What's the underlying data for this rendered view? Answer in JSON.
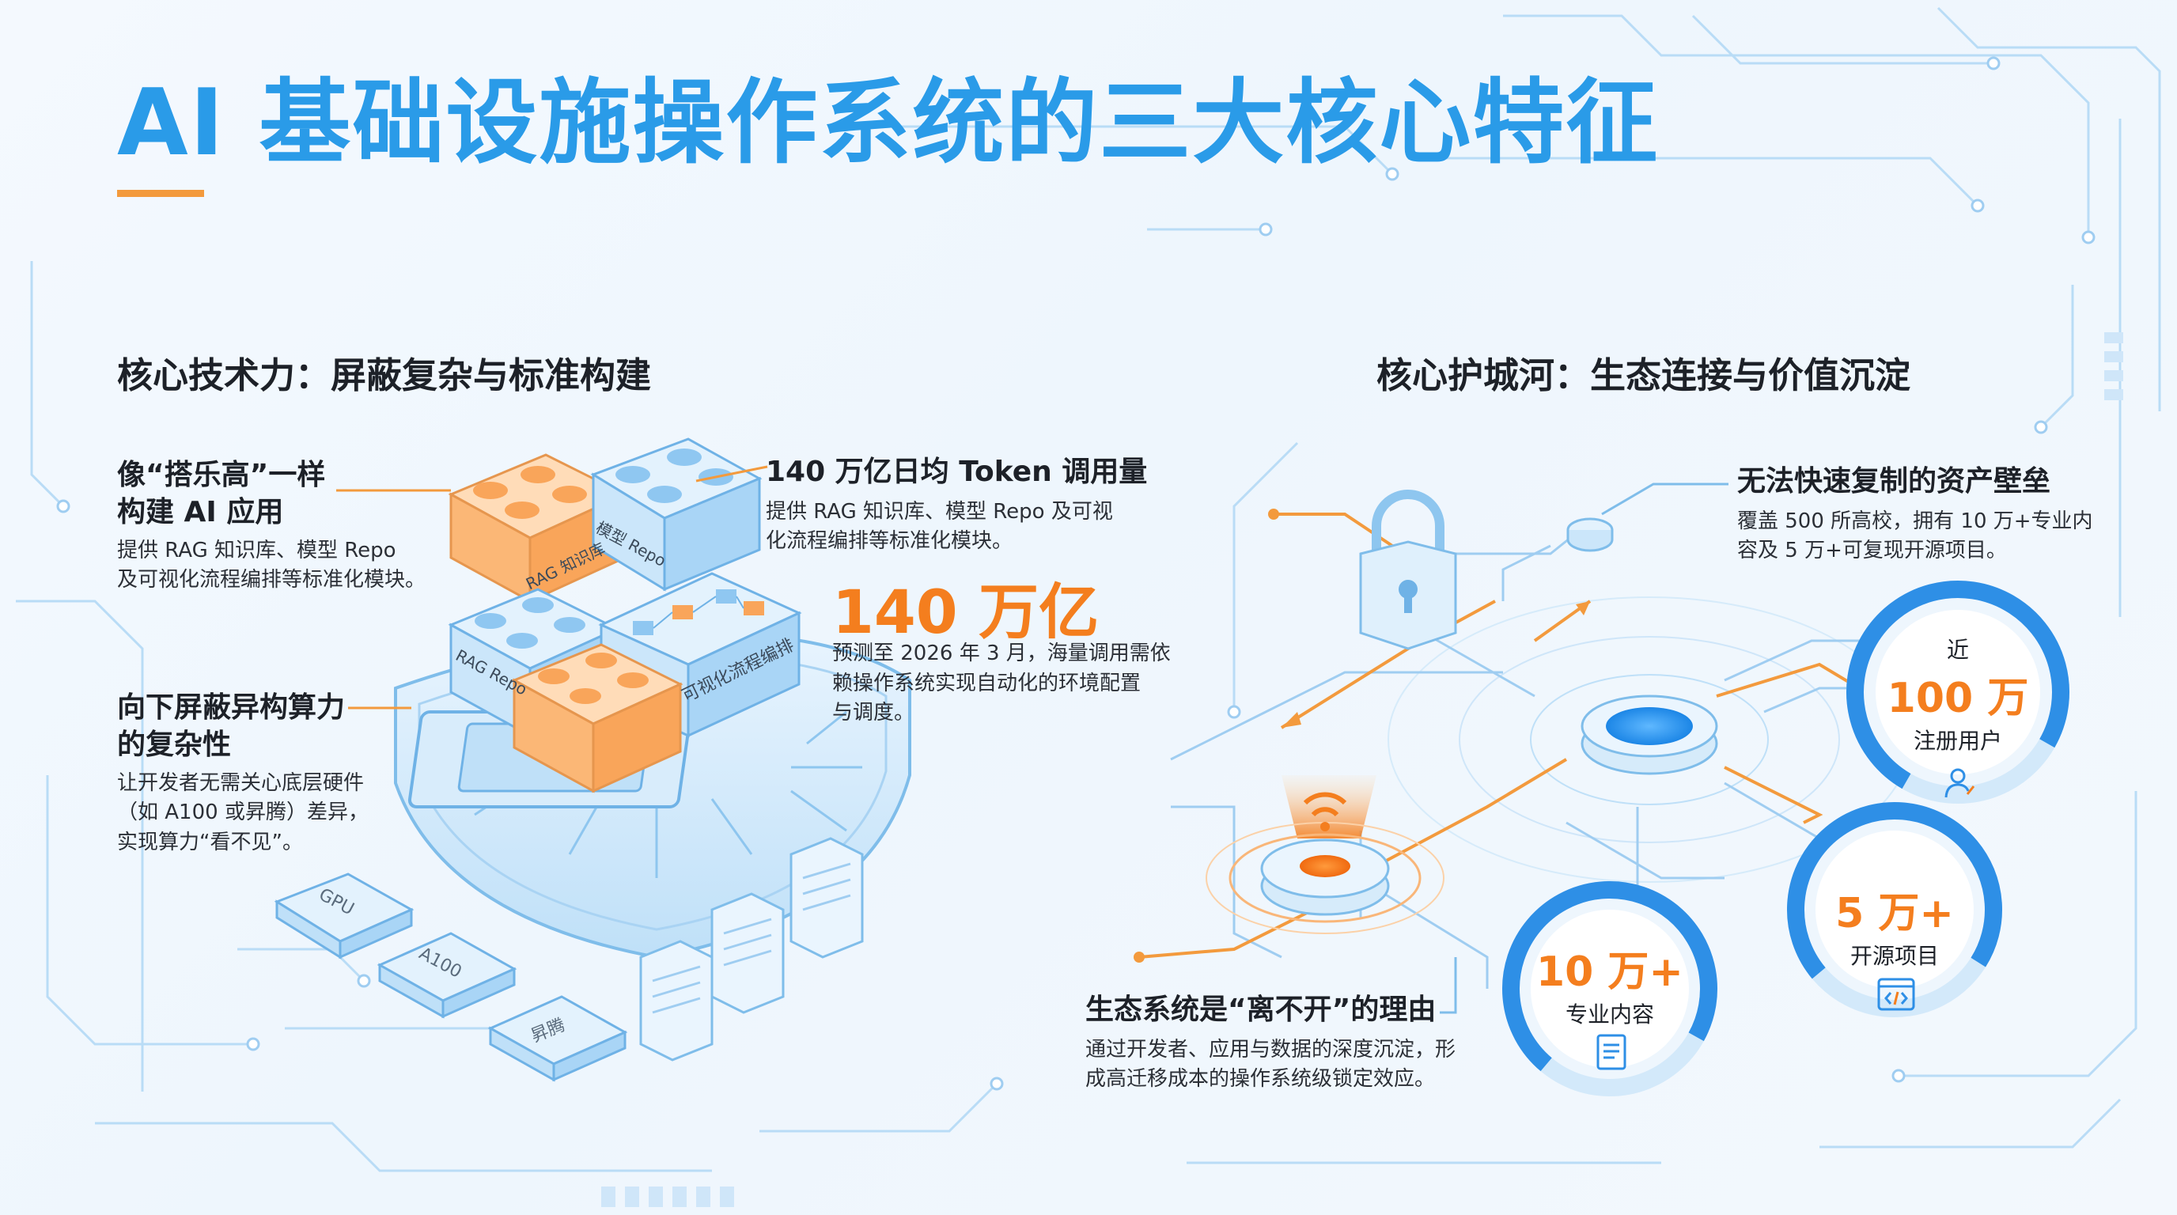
{
  "title": "AI 基础设施操作系统的三大核心特征",
  "left": {
    "heading": "核心技术力：屏蔽复杂与标准构建",
    "lego": {
      "title_line1": "像“搭乐高”一样",
      "title_line2": "构建 AI 应用",
      "body_line1": "提供 RAG 知识库、模型 Repo",
      "body_line2": "及可视化流程编排等标准化模块。"
    },
    "hetero": {
      "title_line1": "向下屏蔽异构算力",
      "title_line2": "的复杂性",
      "body_line1": "让开发者无需关心底层硬件",
      "body_line2": "（如 A100 或昇腾）差异，",
      "body_line3": "实现算力“看不见”。"
    },
    "token": {
      "title": "140 万亿日均 Token 调用量",
      "body_line1": "提供 RAG 知识库、模型 Repo 及可视",
      "body_line2": "化流程编排等标准化模块。",
      "big_number": "140 万亿",
      "note_line1": "预测至 2026 年 3 月，海量调用需依",
      "note_line2": "赖操作系统实现自动化的环境配置",
      "note_line3": "与调度。"
    },
    "block_labels": {
      "rag_kb": "RAG 知识库",
      "model_repo": "模型 Repo",
      "rag_repo": "RAG Repo",
      "flow": "可视化流程编排"
    },
    "chip_labels": {
      "gpu": "GPU",
      "a100": "A100",
      "ascend": "昇腾"
    }
  },
  "right": {
    "heading": "核心护城河：生态连接与价值沉淀",
    "asset": {
      "title": "无法快速复制的资产壁垒",
      "body_line1": "覆盖 500 所高校，拥有 10 万+专业内",
      "body_line2": "容及 5 万+可复现开源项目。"
    },
    "eco": {
      "title": "生态系统是“离不开”的理由",
      "body_line1": "通过开发者、应用与数据的深度沉淀，形",
      "body_line2": "成高迁移成本的操作系统级锁定效应。"
    },
    "stats": [
      {
        "prefix": "近",
        "value": "100 万",
        "label": "注册用户",
        "icon": "user-icon",
        "color": "#f47e1e",
        "ring_fraction": 0.75
      },
      {
        "prefix": "",
        "value": "5 万+",
        "label": "开源项目",
        "icon": "code-icon",
        "color": "#f47e1e",
        "ring_fraction": 0.7
      },
      {
        "prefix": "",
        "value": "10 万+",
        "label": "专业内容",
        "icon": "document-icon",
        "color": "#f47e1e",
        "ring_fraction": 0.72
      }
    ]
  },
  "colors": {
    "accent_blue": "#2a9be8",
    "accent_orange": "#f47e1e",
    "text_dark": "#1d2128"
  }
}
